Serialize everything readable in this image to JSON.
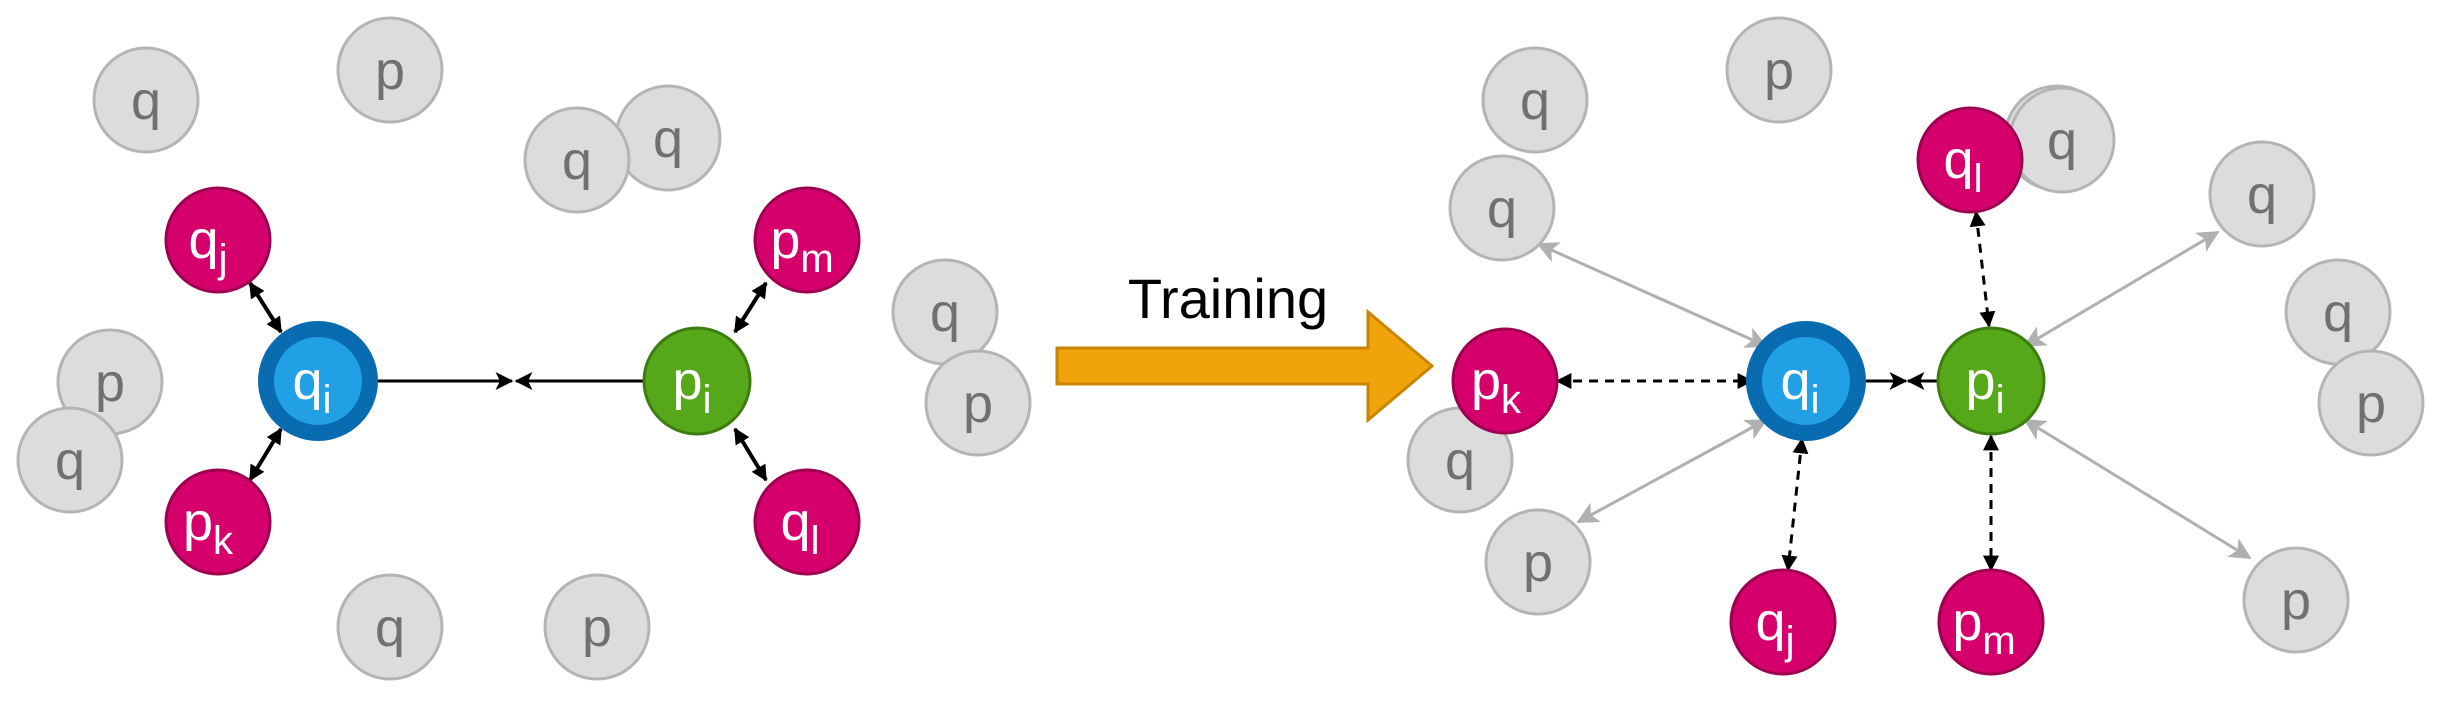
{
  "training_label": "Training",
  "colors": {
    "neutral_fill": "#dcdcdc",
    "neutral_stroke": "#b4b4b4",
    "neutral_text": "#707070",
    "magenta": "#d6006d",
    "magenta_stroke": "#9e0050",
    "blue_outer": "#0a6cb0",
    "blue_inner": "#21a0e6",
    "green": "#56a81a",
    "green_stroke": "#3d7d10",
    "orange": "#f0a30a",
    "orange_stroke": "#c98500",
    "gray_arrow": "#b0b0b0"
  },
  "before": {
    "anchor_query": {
      "base": "q",
      "sub": "i"
    },
    "anchor_passage": {
      "base": "p",
      "sub": "i"
    },
    "neighbors": [
      {
        "base": "q",
        "sub": "j"
      },
      {
        "base": "p",
        "sub": "k"
      },
      {
        "base": "p",
        "sub": "m"
      },
      {
        "base": "q",
        "sub": "l"
      }
    ],
    "background": [
      "q",
      "p",
      "q",
      "q",
      "p",
      "q",
      "q",
      "p",
      "q",
      "p"
    ]
  },
  "after": {
    "anchor_query": {
      "base": "q",
      "sub": "i"
    },
    "anchor_passage": {
      "base": "p",
      "sub": "i"
    },
    "neighbors": [
      {
        "base": "p",
        "sub": "k"
      },
      {
        "base": "q",
        "sub": "j"
      },
      {
        "base": "q",
        "sub": "l"
      },
      {
        "base": "p",
        "sub": "m"
      }
    ],
    "background": [
      "q",
      "p",
      "q",
      "q",
      "q",
      "q",
      "q",
      "p",
      "p",
      "p",
      "q"
    ]
  }
}
